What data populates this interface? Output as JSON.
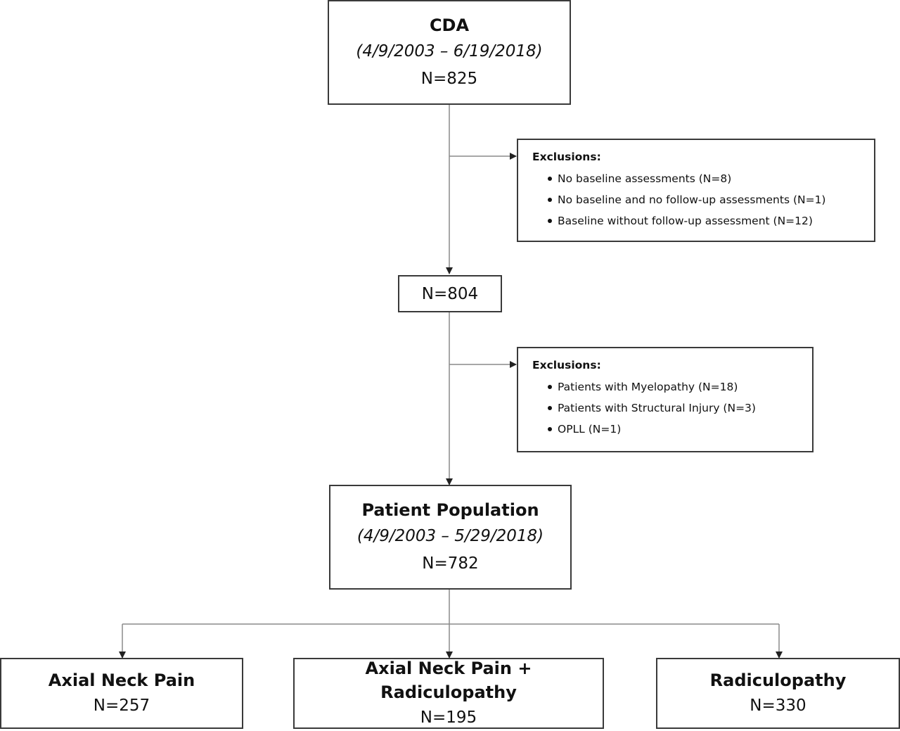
{
  "top": {
    "title": "CDA",
    "dates": "(4/9/2003 – 6/19/2018)",
    "count": "N=825"
  },
  "exclusions_1": {
    "title": "Exclusions:",
    "items": [
      "No baseline assessments (N=8)",
      "No baseline and no follow-up assessments (N=1)",
      "Baseline without follow-up assessment (N=12)"
    ]
  },
  "mid": {
    "count": "N=804"
  },
  "exclusions_2": {
    "title": "Exclusions:",
    "items": [
      "Patients with Myelopathy (N=18)",
      "Patients with Structural Injury (N=3)",
      "OPLL (N=1)"
    ]
  },
  "population": {
    "title": "Patient Population",
    "dates": "(4/9/2003 – 5/29/2018)",
    "count": "N=782"
  },
  "groups": [
    {
      "title": "Axial Neck Pain",
      "count": "N=257"
    },
    {
      "title": "Axial Neck Pain + Radiculopathy",
      "count": "N=195"
    },
    {
      "title": "Radiculopathy",
      "count": "N=330"
    }
  ]
}
